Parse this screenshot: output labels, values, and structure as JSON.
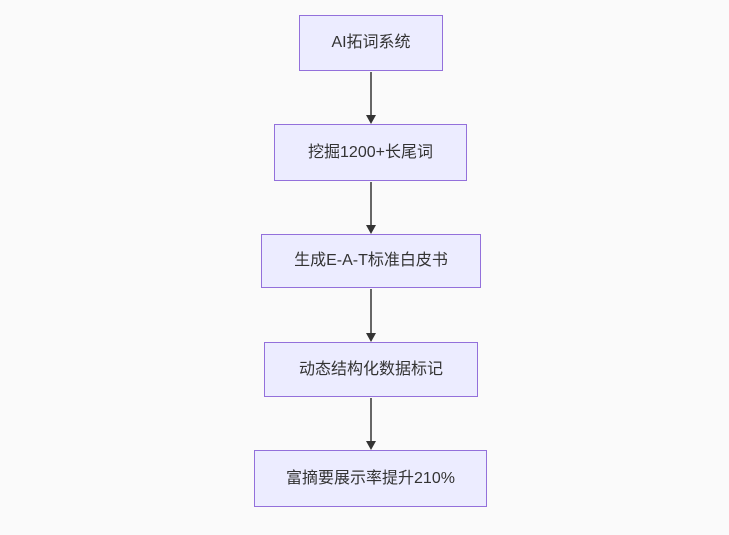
{
  "diagram": {
    "type": "flowchart-top-down",
    "nodes": [
      {
        "id": "A",
        "label": "AI拓词系统"
      },
      {
        "id": "B",
        "label": "挖掘1200+长尾词"
      },
      {
        "id": "C",
        "label": "生成E-A-T标准白皮书"
      },
      {
        "id": "D",
        "label": "动态结构化数据标记"
      },
      {
        "id": "E",
        "label": "富摘要展示率提升210%"
      }
    ],
    "edges": [
      {
        "from": "A",
        "to": "B",
        "direction": "down"
      },
      {
        "from": "B",
        "to": "C",
        "direction": "down"
      },
      {
        "from": "C",
        "to": "D",
        "direction": "down"
      },
      {
        "from": "D",
        "to": "E",
        "direction": "down"
      }
    ],
    "colors": {
      "background": "#fafafa",
      "node_fill": "#ECECFF",
      "node_border": "#9370DB",
      "text": "#333333",
      "edge": "#666666",
      "arrowhead": "#333333"
    }
  }
}
